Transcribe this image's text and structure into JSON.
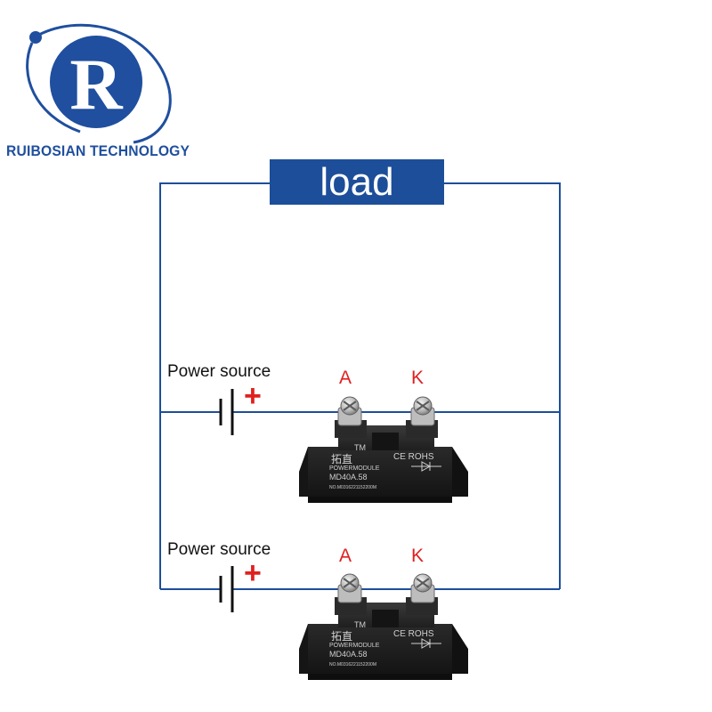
{
  "logo": {
    "letter": "R",
    "name": "RUIBOSIAN TECHNOLOGY"
  },
  "load": {
    "label": "load"
  },
  "circuits": [
    {
      "source_label": "Power source",
      "polarity": "+",
      "anode_label": "A",
      "cathode_label": "K",
      "module": {
        "brand": "拓直",
        "tm": "TM",
        "cert": "CE ROHS",
        "type": "POWERMODULE",
        "model": "MD40A.58",
        "serial": "NO.M0316221152200M"
      }
    },
    {
      "source_label": "Power source",
      "polarity": "+",
      "anode_label": "A",
      "cathode_label": "K",
      "module": {
        "brand": "拓直",
        "tm": "TM",
        "cert": "CE ROHS",
        "type": "POWERMODULE",
        "model": "MD40A.58",
        "serial": "NO.M0316221152200M"
      }
    }
  ],
  "colors": {
    "wire": "#1d4e99",
    "accent": "#e02020",
    "brand": "#1f4f9e",
    "module": "#1b1b1b"
  }
}
